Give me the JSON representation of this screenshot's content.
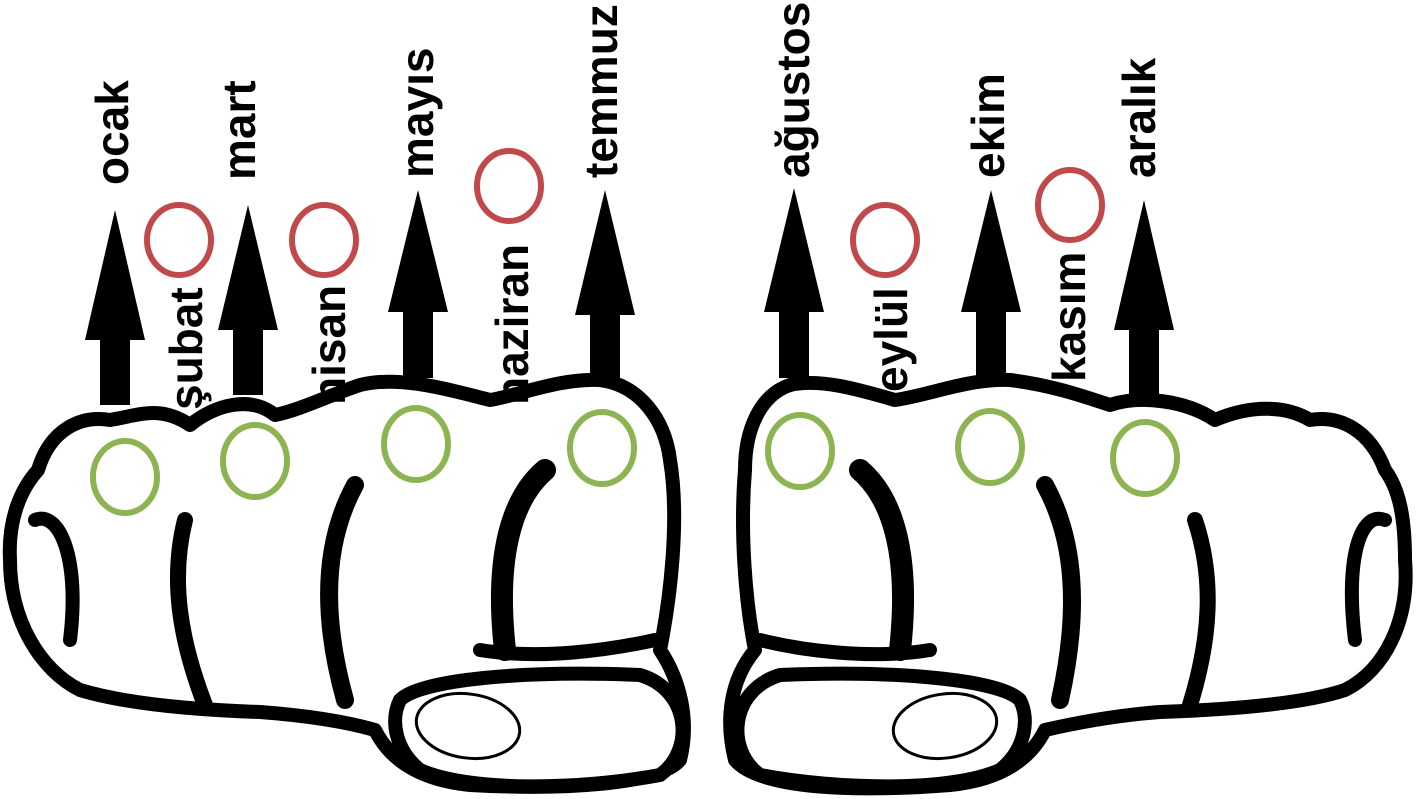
{
  "colors": {
    "ink": "#000000",
    "hand_fill": "#ffffff",
    "long_month_marker": "#8db452",
    "short_month_marker": "#c0494b"
  },
  "months": {
    "ocak": "ocak",
    "subat": "şubat",
    "mart": "mart",
    "nisan": "nisan",
    "mayis": "mayıs",
    "haziran": "haziran",
    "temmuz": "temmuz",
    "agustos": "ağustos",
    "eylul": "eylül",
    "ekim": "ekim",
    "kasim": "kasım",
    "aralik": "aralık"
  },
  "knuckle_months": [
    "ocak",
    "mart",
    "mayıs",
    "temmuz",
    "ağustos",
    "ekim",
    "aralık"
  ],
  "valley_months": [
    "şubat",
    "nisan",
    "haziran",
    "eylül",
    "kasım"
  ]
}
